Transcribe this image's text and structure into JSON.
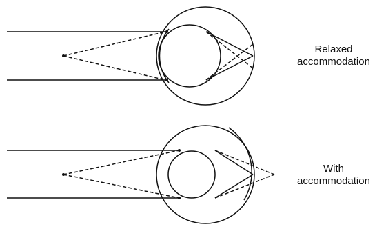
{
  "panels": [
    {
      "id": "relaxed",
      "label_line1": "Relaxed",
      "label_line2": "accommodation"
    },
    {
      "id": "with",
      "label_line1": "With",
      "label_line2": "accommodation"
    }
  ],
  "colors": {
    "ink": "#111111",
    "background": "#ffffff"
  }
}
